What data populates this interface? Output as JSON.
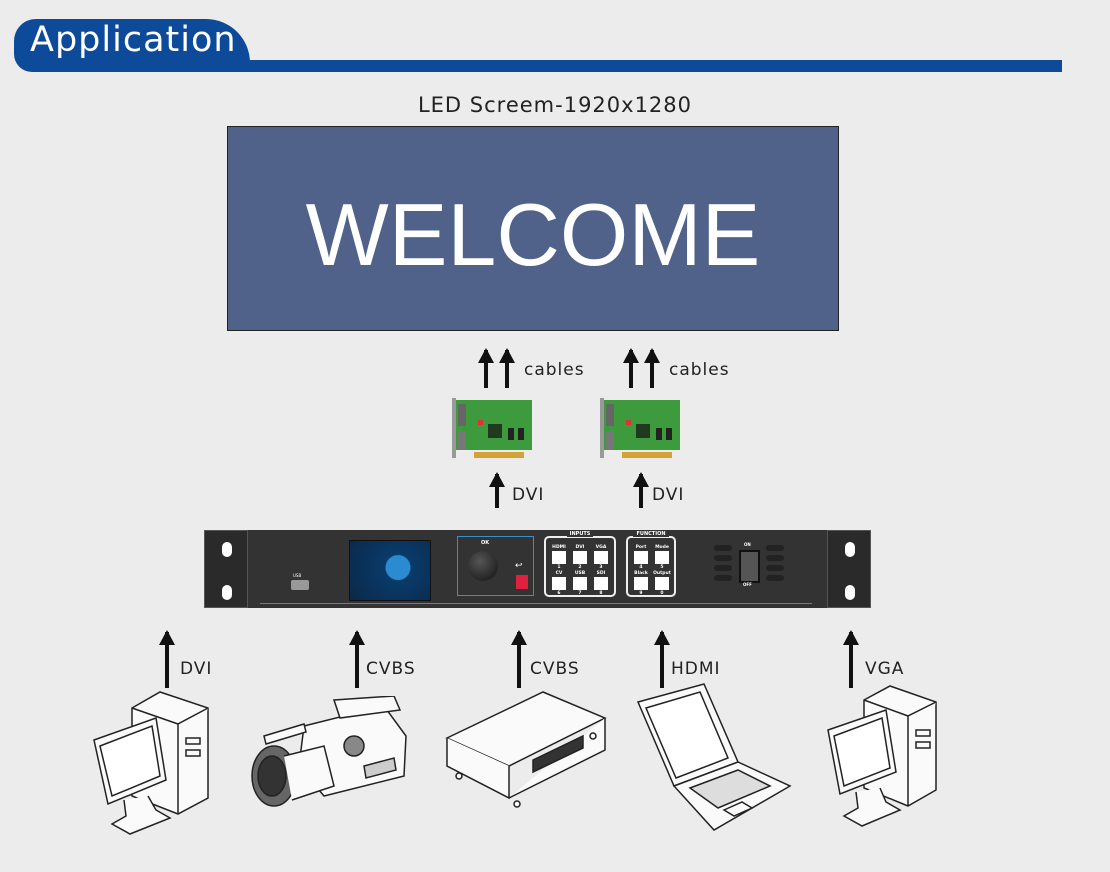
{
  "header": {
    "title": "Application",
    "color": "#0d4a9a"
  },
  "screen": {
    "label": "LED Screem-1920x1280",
    "text": "WELCOME",
    "color": "#50618a"
  },
  "sending_cards": [
    {
      "output_label": "cables",
      "input_label": "DVI"
    },
    {
      "output_label": "cables",
      "input_label": "DVI"
    }
  ],
  "processor": {
    "usb_label": "USB",
    "knob_label": "OK",
    "inputs_title": "INPUTS",
    "inputs": [
      {
        "name": "HDMI",
        "num": "1"
      },
      {
        "name": "DVI",
        "num": "2"
      },
      {
        "name": "VGA",
        "num": "3"
      },
      {
        "name": "CV",
        "num": "6"
      },
      {
        "name": "USB",
        "num": "7"
      },
      {
        "name": "SDI",
        "num": "8"
      }
    ],
    "function_title": "FUNCTION",
    "functions": [
      {
        "name": "Port",
        "num": "4"
      },
      {
        "name": "Mode",
        "num": "5"
      },
      {
        "name": "Black",
        "num": "9"
      },
      {
        "name": "Output",
        "num": "0"
      }
    ],
    "power_on": "ON",
    "power_off": "OFF"
  },
  "sources": [
    {
      "device": "computer",
      "label": "DVI"
    },
    {
      "device": "camcorder",
      "label": "CVBS"
    },
    {
      "device": "dvd-player",
      "label": "CVBS"
    },
    {
      "device": "laptop",
      "label": "HDMI"
    },
    {
      "device": "computer",
      "label": "VGA"
    }
  ]
}
